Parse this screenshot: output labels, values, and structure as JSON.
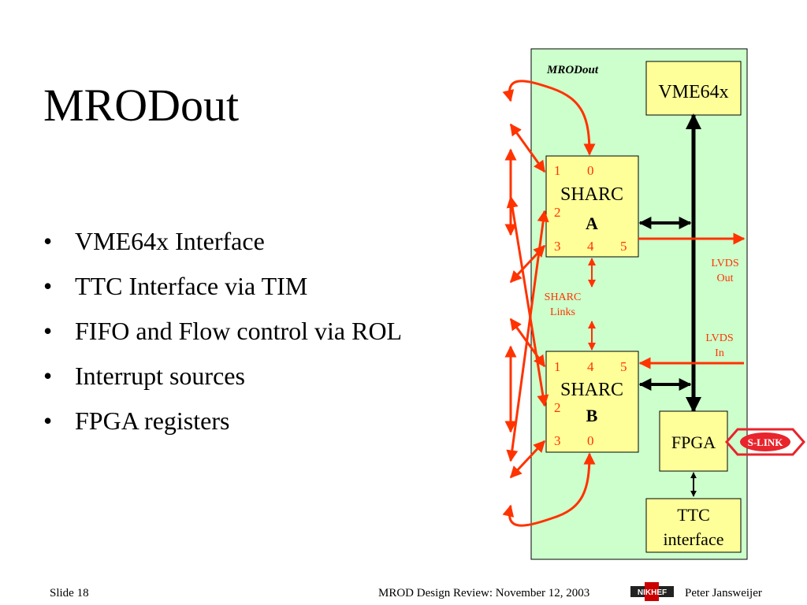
{
  "slide": {
    "title": "MRODout",
    "bullets": [
      "VME64x Interface",
      "TTC Interface via TIM",
      "FIFO and Flow control via ROL",
      "Interrupt sources",
      "FPGA registers"
    ]
  },
  "diagram": {
    "board_label": "MRODout",
    "vme_label": "VME64x",
    "sharc_a": {
      "name": "SHARC",
      "id": "A",
      "ports_top": [
        "1",
        "0"
      ],
      "port_side": "2",
      "ports_bottom": [
        "3",
        "4",
        "5"
      ]
    },
    "sharc_b": {
      "name": "SHARC",
      "id": "B",
      "ports_top": [
        "1",
        "4",
        "5"
      ],
      "port_side": "2",
      "ports_bottom": [
        "3",
        "0"
      ]
    },
    "sharc_links": [
      "SHARC",
      "Links"
    ],
    "lvds_out": [
      "LVDS",
      "Out"
    ],
    "lvds_in": [
      "LVDS",
      "In"
    ],
    "fpga_label": "FPGA",
    "ttc_label": [
      "TTC",
      "interface"
    ],
    "slink_label": "S-LINK",
    "colors": {
      "board_bg": "#ccffcc",
      "box_bg": "#ffff99",
      "link": "#ff3300",
      "slink": "#e8242c"
    }
  },
  "footer": {
    "slide_number": "Slide 18",
    "event": "MROD Design Review: November 12, 2003",
    "author": "Peter Jansweijer",
    "logo_text": "NIKHEF"
  }
}
